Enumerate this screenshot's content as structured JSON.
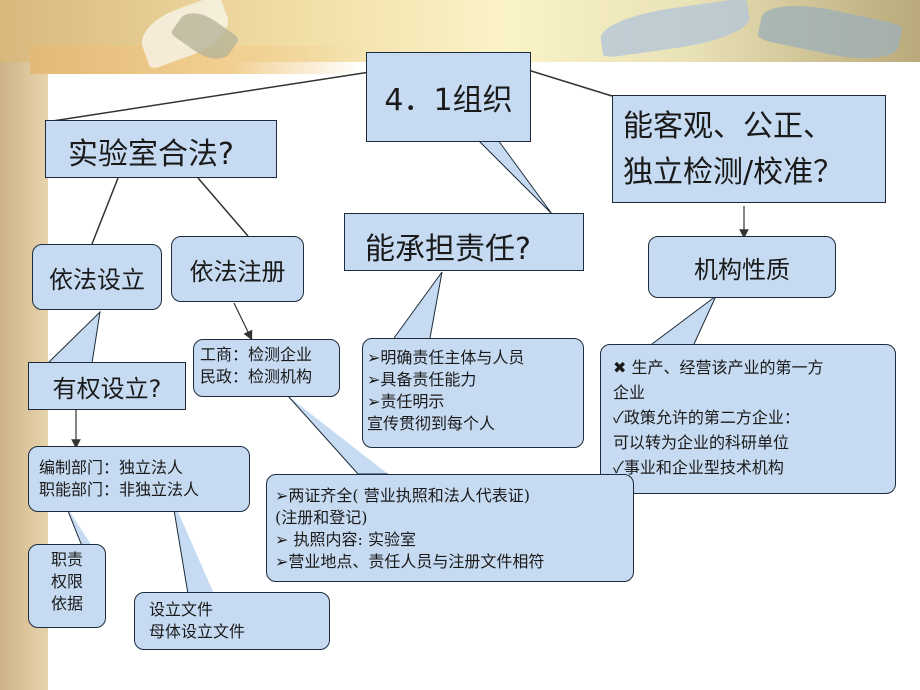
{
  "nodes": {
    "title": "4．1组织",
    "lab_legal": "实验室合法?",
    "can_responsible": "能承担责任?",
    "objective": [
      "能客观、公正、",
      "独立检测/校准？"
    ],
    "legal_setup": "依法设立",
    "legal_register": "依法注册",
    "org_nature": "机构性质",
    "right_setup": "有权设立?",
    "register_types": [
      "工商：检测企业",
      "民政：检测机构"
    ],
    "responsibility_items": [
      "➢明确责任主体与人员",
      "➢具备责任能力",
      "➢责任明示",
      "宣传贯彻到每个人"
    ],
    "org_nature_items": [
      "✖ 生产、经营该产业的第一方",
      "企业",
      "✓政策允许的第二方企业：",
      "可以转为企业的科研单位",
      "✓事业和企业型技术机构"
    ],
    "department_items": [
      "编制部门：独立法人",
      "职能部门：非独立法人"
    ],
    "certificate_items": [
      "➢两证齐全( 营业执照和法人代表证)",
      "(注册和登记)",
      "➢ 执照内容: 实验室",
      "➢营业地点、责任人员与注册文件相符"
    ],
    "duties_items": [
      "职责",
      "权限",
      "依据"
    ],
    "setup_docs_items": [
      "设立文件",
      "母体设立文件"
    ]
  },
  "colors": {
    "node_fill": "#c6dbf1",
    "node_border": "#1e2b3a",
    "line": "#333333"
  }
}
